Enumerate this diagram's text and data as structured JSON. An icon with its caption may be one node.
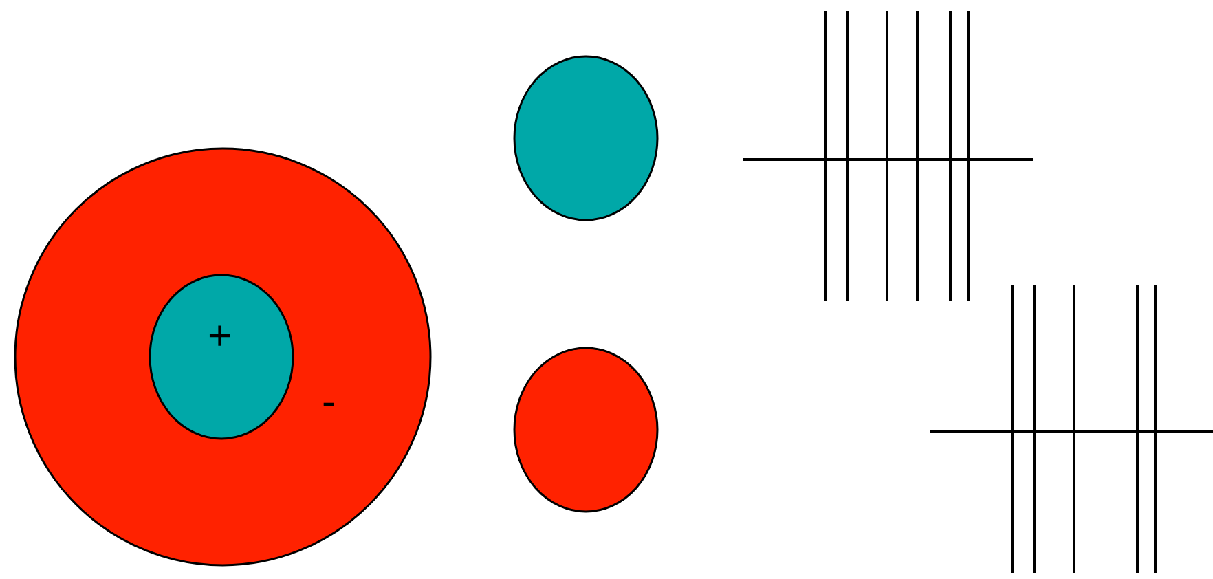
{
  "diagram": {
    "nodes": [
      {
        "text": [
          "-"
        ]
      },
      {
        "text": [
          "+"
        ],
        "in": 0
      },
      {
        "text": [],
        "shape": "circle"
      },
      {
        "text": [],
        "shape": "circle"
      }
    ]
  }
}
